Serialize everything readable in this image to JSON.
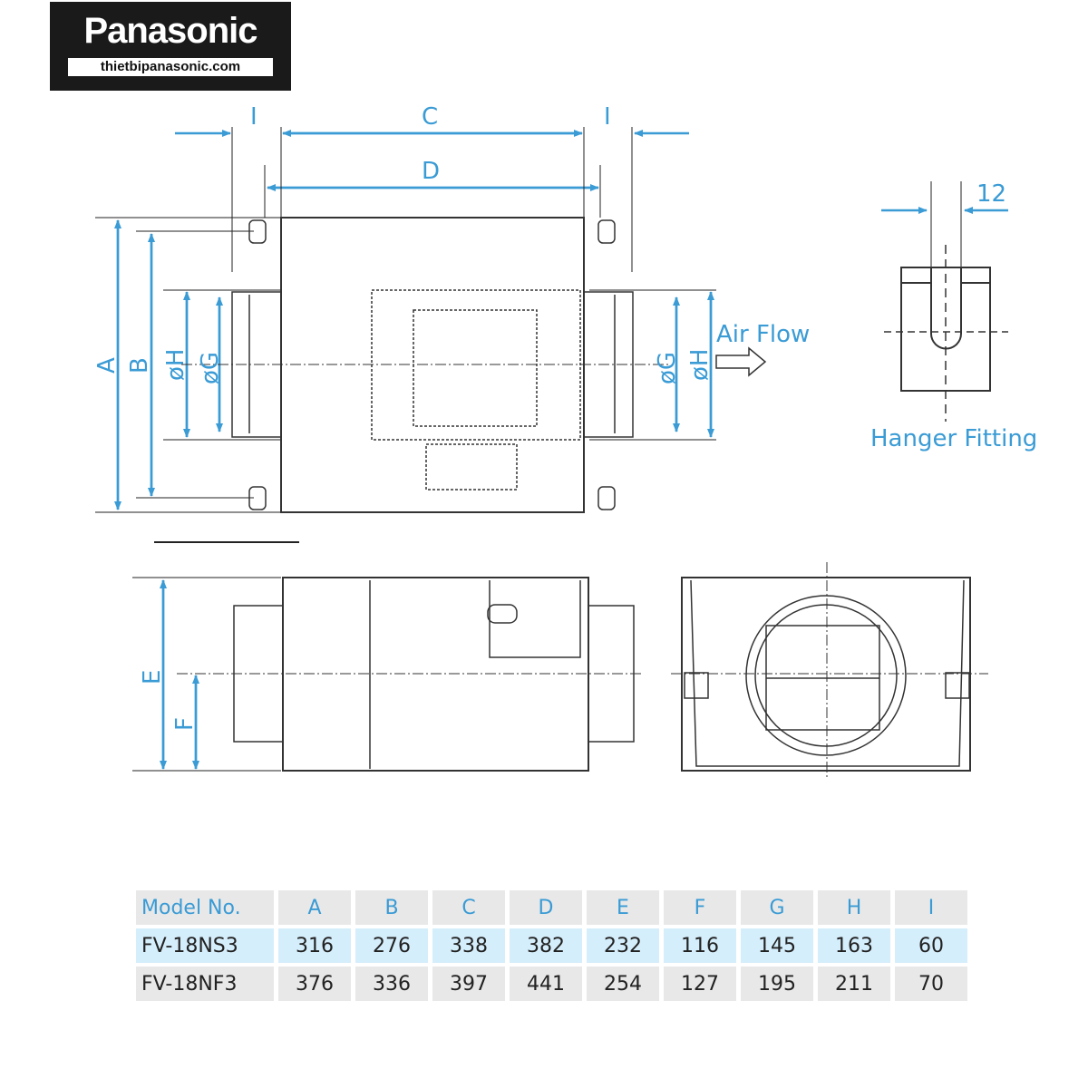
{
  "logo": {
    "brand": "Panasonic",
    "site": "thietbipanasonic.com"
  },
  "labels": {
    "I": "I",
    "C": "C",
    "D": "D",
    "A": "A",
    "B": "B",
    "oH": "øH",
    "oG": "øG",
    "E": "E",
    "F": "F",
    "air_flow": "Air Flow",
    "hanger_fitting": "Hanger Fitting",
    "twelve": "12"
  },
  "colors": {
    "accent": "#3a9bd5",
    "row_highlight": "#d5eefb",
    "cell_bg": "#e8e8e8"
  },
  "table": {
    "headers": [
      "Model No.",
      "A",
      "B",
      "C",
      "D",
      "E",
      "F",
      "G",
      "H",
      "I"
    ],
    "rows": [
      [
        "FV-18NS3",
        "316",
        "276",
        "338",
        "382",
        "232",
        "116",
        "145",
        "163",
        "60"
      ],
      [
        "FV-18NF3",
        "376",
        "336",
        "397",
        "441",
        "254",
        "127",
        "195",
        "211",
        "70"
      ]
    ]
  }
}
